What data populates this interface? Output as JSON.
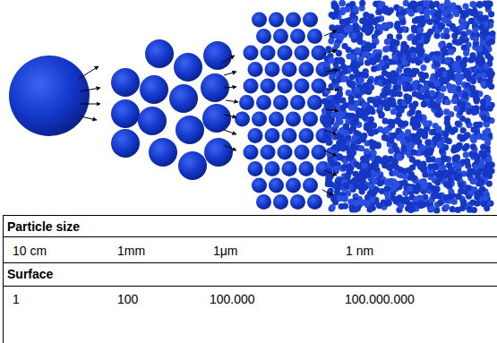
{
  "diagram": {
    "labels": [
      "Particle size",
      "10 cm",
      "1mm",
      "1μm",
      "1 nm",
      "Surface",
      "1",
      "100",
      "100.000",
      "100.000.000"
    ]
  }
}
